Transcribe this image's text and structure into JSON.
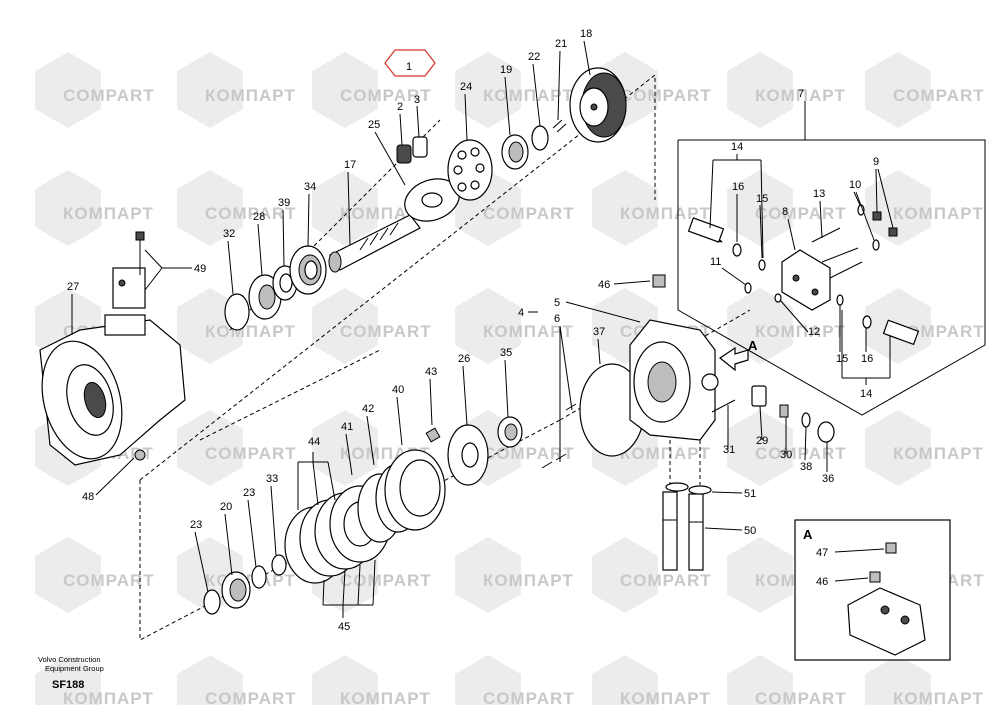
{
  "watermark": {
    "text_latin": "COMPART",
    "text_cyrillic": "КОМПАРТ"
  },
  "highlight_color": "#d9312b",
  "footer": {
    "line1": "Volvo Construction",
    "line2": "Equipment Group",
    "code": "SF188"
  },
  "inset": {
    "label": "A",
    "callouts": [
      "47",
      "46"
    ]
  },
  "view_arrow_label": "A",
  "callouts": {
    "c1": "1",
    "c2": "2",
    "c3": "3",
    "c4": "4",
    "c5": "5",
    "c6": "6",
    "c7": "7",
    "c8": "8",
    "c9": "9",
    "c10": "10",
    "c11": "11",
    "c12": "12",
    "c13": "13",
    "c14a": "14",
    "c14b": "14",
    "c15a": "15",
    "c15b": "15",
    "c16a": "16",
    "c16b": "16",
    "c17": "17",
    "c18": "18",
    "c19": "19",
    "c20": "20",
    "c21": "21",
    "c22": "22",
    "c23a": "23",
    "c23b": "23",
    "c24": "24",
    "c25": "25",
    "c26": "26",
    "c27": "27",
    "c28": "28",
    "c29": "29",
    "c30": "30",
    "c31": "31",
    "c32": "32",
    "c33": "33",
    "c34": "34",
    "c35": "35",
    "c36": "36",
    "c37": "37",
    "c38": "38",
    "c39": "39",
    "c40": "40",
    "c41": "41",
    "c42": "42",
    "c43": "43",
    "c44": "44",
    "c45": "45",
    "c46": "46",
    "c48": "48",
    "c49": "49",
    "c50": "50",
    "c51": "51"
  }
}
